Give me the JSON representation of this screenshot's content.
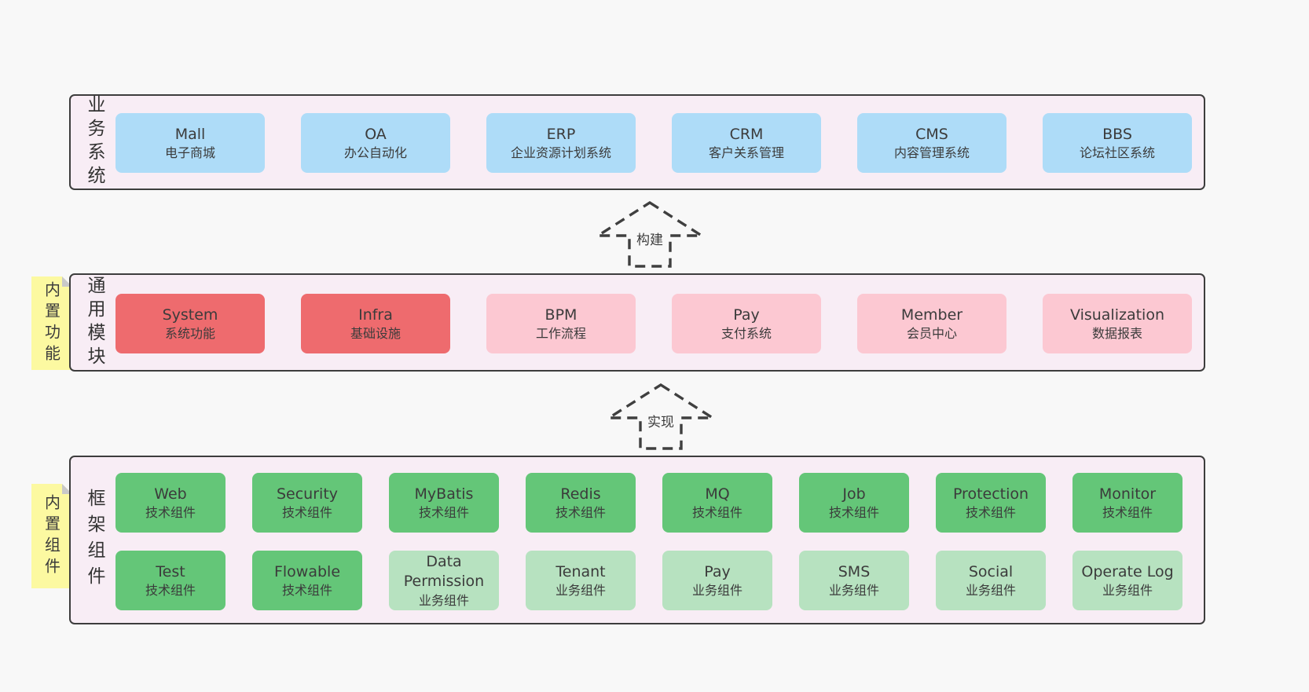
{
  "colors": {
    "page_bg": "#f8f8f8",
    "panel_bg": "#f8edf5",
    "panel_border": "#3d3d3d",
    "blue_box": "#aedcf8",
    "red_box": "#ee6b6e",
    "pink_box": "#fcc8d2",
    "green_box": "#64c678",
    "light_green_box": "#b7e2c0",
    "sticky_note": "#fcf9a1",
    "note_fold": "#c9c9c9",
    "text": "#3b3b3b"
  },
  "arrows": {
    "build": "构建",
    "implement": "实现"
  },
  "sections": {
    "business": {
      "side_label": "业务系统",
      "boxes": [
        {
          "title": "Mall",
          "subtitle": "电子商城",
          "variant": "blue"
        },
        {
          "title": "OA",
          "subtitle": "办公自动化",
          "variant": "blue"
        },
        {
          "title": "ERP",
          "subtitle": "企业资源计划系统",
          "variant": "blue"
        },
        {
          "title": "CRM",
          "subtitle": "客户关系管理",
          "variant": "blue"
        },
        {
          "title": "CMS",
          "subtitle": "内容管理系统",
          "variant": "blue"
        },
        {
          "title": "BBS",
          "subtitle": "论坛社区系统",
          "variant": "blue"
        }
      ]
    },
    "modules": {
      "sticky_note": "内置功能",
      "side_label": "通用模块",
      "boxes": [
        {
          "title": "System",
          "subtitle": "系统功能",
          "variant": "red"
        },
        {
          "title": "Infra",
          "subtitle": "基础设施",
          "variant": "red"
        },
        {
          "title": "BPM",
          "subtitle": "工作流程",
          "variant": "pink"
        },
        {
          "title": "Pay",
          "subtitle": "支付系统",
          "variant": "pink"
        },
        {
          "title": "Member",
          "subtitle": "会员中心",
          "variant": "pink"
        },
        {
          "title": "Visualization",
          "subtitle": "数据报表",
          "variant": "pink"
        }
      ]
    },
    "components": {
      "sticky_note": "内置组件",
      "side_label": "框架组件",
      "row1": [
        {
          "title": "Web",
          "subtitle": "技术组件",
          "variant": "green"
        },
        {
          "title": "Security",
          "subtitle": "技术组件",
          "variant": "green"
        },
        {
          "title": "MyBatis",
          "subtitle": "技术组件",
          "variant": "green"
        },
        {
          "title": "Redis",
          "subtitle": "技术组件",
          "variant": "green"
        },
        {
          "title": "MQ",
          "subtitle": "技术组件",
          "variant": "green"
        },
        {
          "title": "Job",
          "subtitle": "技术组件",
          "variant": "green"
        },
        {
          "title": "Protection",
          "subtitle": "技术组件",
          "variant": "green"
        },
        {
          "title": "Monitor",
          "subtitle": "技术组件",
          "variant": "green"
        }
      ],
      "row2": [
        {
          "title": "Test",
          "subtitle": "技术组件",
          "variant": "green"
        },
        {
          "title": "Flowable",
          "subtitle": "技术组件",
          "variant": "green"
        },
        {
          "title": "Data Permission",
          "subtitle": "业务组件",
          "variant": "lightgreen"
        },
        {
          "title": "Tenant",
          "subtitle": "业务组件",
          "variant": "lightgreen"
        },
        {
          "title": "Pay",
          "subtitle": "业务组件",
          "variant": "lightgreen"
        },
        {
          "title": "SMS",
          "subtitle": "业务组件",
          "variant": "lightgreen"
        },
        {
          "title": "Social",
          "subtitle": "业务组件",
          "variant": "lightgreen"
        },
        {
          "title": "Operate Log",
          "subtitle": "业务组件",
          "variant": "lightgreen"
        }
      ]
    }
  }
}
